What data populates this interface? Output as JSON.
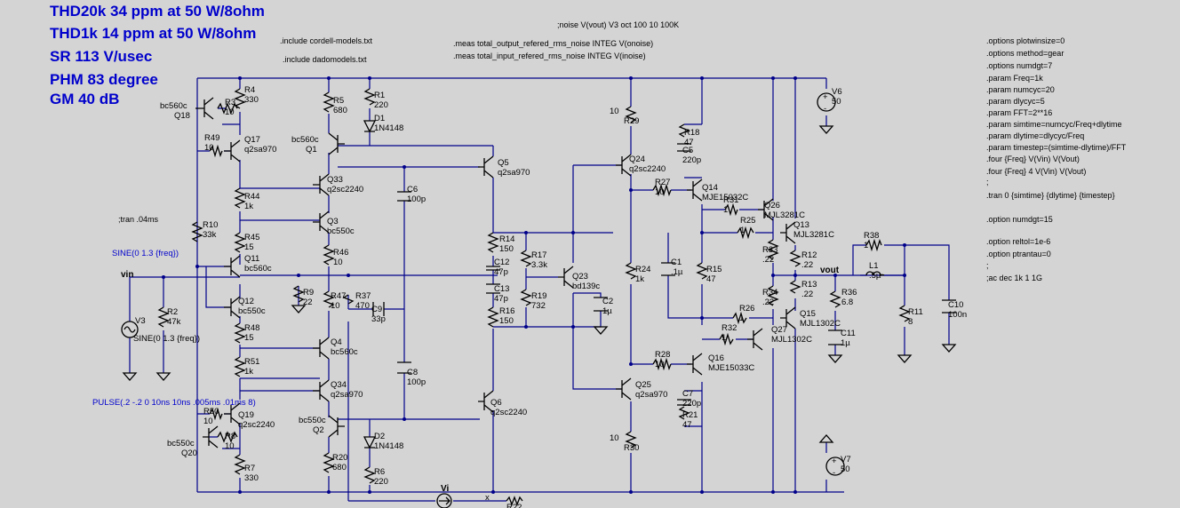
{
  "headline": [
    "THD20k 34 ppm at 50 W/8ohm",
    "THD1k 14 ppm at 50 W/8ohm",
    "SR 113 V/usec",
    "PHM  83 degree",
    "GM 40 dB"
  ],
  "includes": [
    ".include cordell-models.txt",
    ".include dadomodels.txt"
  ],
  "noise_directive": ";noise V(vout) V3 oct 100 10 100K",
  "meas": [
    ".meas total_output_refered_rms_noise INTEG V(onoise)",
    ".meas total_input_refered_rms_noise INTEG V(inoise)"
  ],
  "tran_comment": ";tran .04ms",
  "options": [
    ".options plotwinsize=0",
    ".options method=gear",
    ".options numdgt=7",
    ".param Freq=1k",
    ".param numcyc=20",
    ".param dlycyc=5",
    ".param FFT=2**16",
    ".param simtime=numcyc/Freq+dlytime",
    ".param dlytime=dlycyc/Freq",
    ".param timestep=(simtime-dlytime)/FFT",
    ".four {Freq} V(Vin) V(Vout)",
    ".four {Freq} 4 V(Vin) V(Vout)",
    ";",
    ".tran 0 {simtime} {dlytime} {timestep}",
    "",
    ".option numdgt=15",
    "",
    ".option reltol=1e-6",
    ".option ptrantau=0",
    ";",
    ";ac dec 1k 1 1G"
  ],
  "sources": {
    "sine_top": "SINE(0 1.3 {freq})",
    "sine_v3": "SINE(0 1.3 {freq})",
    "pulse": "PULSE(.2 -.2 0 10ns 10ns .005ms .01ms 8)"
  },
  "nets": {
    "vin": "vin",
    "vout": "vout",
    "vi": "Vi",
    "x": "x"
  },
  "components": [
    {
      "ref": "R4",
      "value": "330"
    },
    {
      "ref": "R3",
      "value": "10"
    },
    {
      "ref": "Q18",
      "value": "bc560c"
    },
    {
      "ref": "R49",
      "value": "10"
    },
    {
      "ref": "Q17",
      "value": "q2sa970"
    },
    {
      "ref": "R5",
      "value": "680"
    },
    {
      "ref": "R1",
      "value": "220"
    },
    {
      "ref": "D1",
      "value": "1N4148"
    },
    {
      "ref": "Q1",
      "value": "bc560c"
    },
    {
      "ref": "Q33",
      "value": "q2sc2240"
    },
    {
      "ref": "R44",
      "value": "1k"
    },
    {
      "ref": "Q3",
      "value": "bc550c"
    },
    {
      "ref": "R10",
      "value": "33k"
    },
    {
      "ref": "R45",
      "value": "15"
    },
    {
      "ref": "R46",
      "value": "10"
    },
    {
      "ref": "Q11",
      "value": "bc560c"
    },
    {
      "ref": "R9",
      "value": "22"
    },
    {
      "ref": "R47",
      "value": "10"
    },
    {
      "ref": "R37",
      "value": "470"
    },
    {
      "ref": "C9",
      "value": "33p"
    },
    {
      "ref": "Q12",
      "value": "bc550c"
    },
    {
      "ref": "R48",
      "value": "15"
    },
    {
      "ref": "Q4",
      "value": "bc560c"
    },
    {
      "ref": "R51",
      "value": "1k"
    },
    {
      "ref": "Q34",
      "value": "q2sa970"
    },
    {
      "ref": "R50",
      "value": "10"
    },
    {
      "ref": "Q19",
      "value": "q2sc2240"
    },
    {
      "ref": "Q20",
      "value": "bc550c"
    },
    {
      "ref": "R8",
      "value": "10"
    },
    {
      "ref": "R7",
      "value": "330"
    },
    {
      "ref": "Q2",
      "value": "bc550c"
    },
    {
      "ref": "R20",
      "value": "680"
    },
    {
      "ref": "D2",
      "value": "1N4148"
    },
    {
      "ref": "R6",
      "value": "220"
    },
    {
      "ref": "C6",
      "value": "100p"
    },
    {
      "ref": "C8",
      "value": "100p"
    },
    {
      "ref": "Q5",
      "value": "q2sa970"
    },
    {
      "ref": "Q6",
      "value": "q2sc2240"
    },
    {
      "ref": "R14",
      "value": "150"
    },
    {
      "ref": "C12",
      "value": "47p"
    },
    {
      "ref": "C13",
      "value": "47p"
    },
    {
      "ref": "R16",
      "value": "150"
    },
    {
      "ref": "R17",
      "value": "3.3k"
    },
    {
      "ref": "R19",
      "value": "732"
    },
    {
      "ref": "Q23",
      "value": "bd139c"
    },
    {
      "ref": "C2",
      "value": "1µ"
    },
    {
      "ref": "R2",
      "value": "47k"
    },
    {
      "ref": "V3",
      "value": ""
    },
    {
      "ref": "R29",
      "value": "10"
    },
    {
      "ref": "Q24",
      "value": "q2sc2240"
    },
    {
      "ref": "R27",
      "value": "10"
    },
    {
      "ref": "R24",
      "value": "1k"
    },
    {
      "ref": "R28",
      "value": "10"
    },
    {
      "ref": "Q25",
      "value": "q2sa970"
    },
    {
      "ref": "R30",
      "value": "10"
    },
    {
      "ref": "R18",
      "value": "47"
    },
    {
      "ref": "C5",
      "value": "220p"
    },
    {
      "ref": "Q14",
      "value": "MJE15032C"
    },
    {
      "ref": "R31",
      "value": "1"
    },
    {
      "ref": "C1",
      "value": ".1µ"
    },
    {
      "ref": "R15",
      "value": "47"
    },
    {
      "ref": "Q16",
      "value": "MJE15033C"
    },
    {
      "ref": "C7",
      "value": "220p"
    },
    {
      "ref": "R21",
      "value": "47"
    },
    {
      "ref": "R32",
      "value": "1"
    },
    {
      "ref": "Q26",
      "value": "MJL3281C"
    },
    {
      "ref": "R25",
      "value": "1"
    },
    {
      "ref": "Q13",
      "value": "MJL3281C"
    },
    {
      "ref": "R33",
      "value": ".22"
    },
    {
      "ref": "R12",
      "value": ".22"
    },
    {
      "ref": "R34",
      "value": ".22"
    },
    {
      "ref": "R13",
      "value": ".22"
    },
    {
      "ref": "R26",
      "value": "1"
    },
    {
      "ref": "Q15",
      "value": "MJL1302C"
    },
    {
      "ref": "Q27",
      "value": "MJL1302C"
    },
    {
      "ref": "V6",
      "value": "50"
    },
    {
      "ref": "V7",
      "value": "50"
    },
    {
      "ref": "R38",
      "value": "1"
    },
    {
      "ref": "L1",
      "value": ".5µ"
    },
    {
      "ref": "R36",
      "value": "6.8"
    },
    {
      "ref": "C11",
      "value": "1µ"
    },
    {
      "ref": "R11",
      "value": "8"
    },
    {
      "ref": "C10",
      "value": "100n"
    },
    {
      "ref": "R22",
      "value": ""
    }
  ]
}
